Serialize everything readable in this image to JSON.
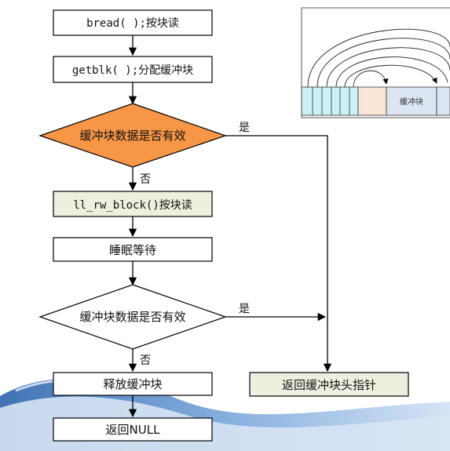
{
  "flowchart": {
    "step_bread": "bread( );按块读",
    "step_getblk": "getblk( );分配缓冲块",
    "decision_1": "缓冲块数据是否有效",
    "decision_1_yes": "是",
    "decision_1_no": "否",
    "step_ll_rw_block": "ll_rw_block()按块读",
    "step_sleep": "睡眠等待",
    "decision_2": "缓冲块数据是否有效",
    "decision_2_yes": "是",
    "decision_2_no": "否",
    "step_release": "释放缓冲块",
    "step_return_null": "返回NULL",
    "step_return_pointer": "返回缓冲块头指针"
  },
  "inset": {
    "buffer_label": "缓冲块"
  },
  "colors": {
    "decision_fill": "#F79646",
    "green_fill": "#EBF1DE",
    "buffer_orange": "#FBE5D6",
    "buffer_cyan": "#CCF0F5",
    "buffer_blue": "#DCE6F2",
    "swoosh": "#2F6DB5"
  }
}
